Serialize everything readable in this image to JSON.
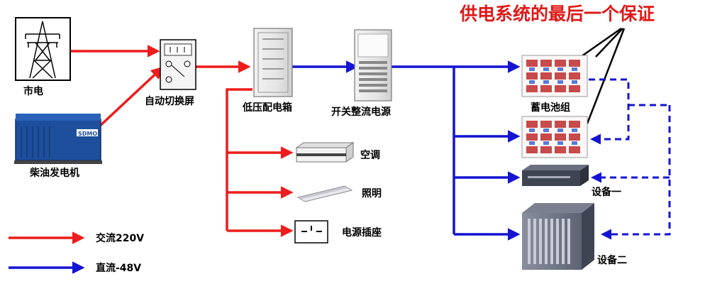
{
  "title": "供电系统的最后一个保证",
  "colors": {
    "ac": "#ee1c1c",
    "dc": "#1414d2",
    "title": "#e01818"
  },
  "nodes": {
    "grid": "市电",
    "diesel": "柴油发电机",
    "ats": "自动切换屏",
    "lv_box": "低压配电箱",
    "rectifier": "开关整流电源",
    "battery": "蓄电池组",
    "aircon": "空调",
    "lighting": "照明",
    "socket": "电源插座",
    "device1": "设备一",
    "device2": "设备二"
  },
  "diesel_brand": "SDMO",
  "legend": {
    "ac_label": "交流220V",
    "dc_label": "直流-48V"
  }
}
